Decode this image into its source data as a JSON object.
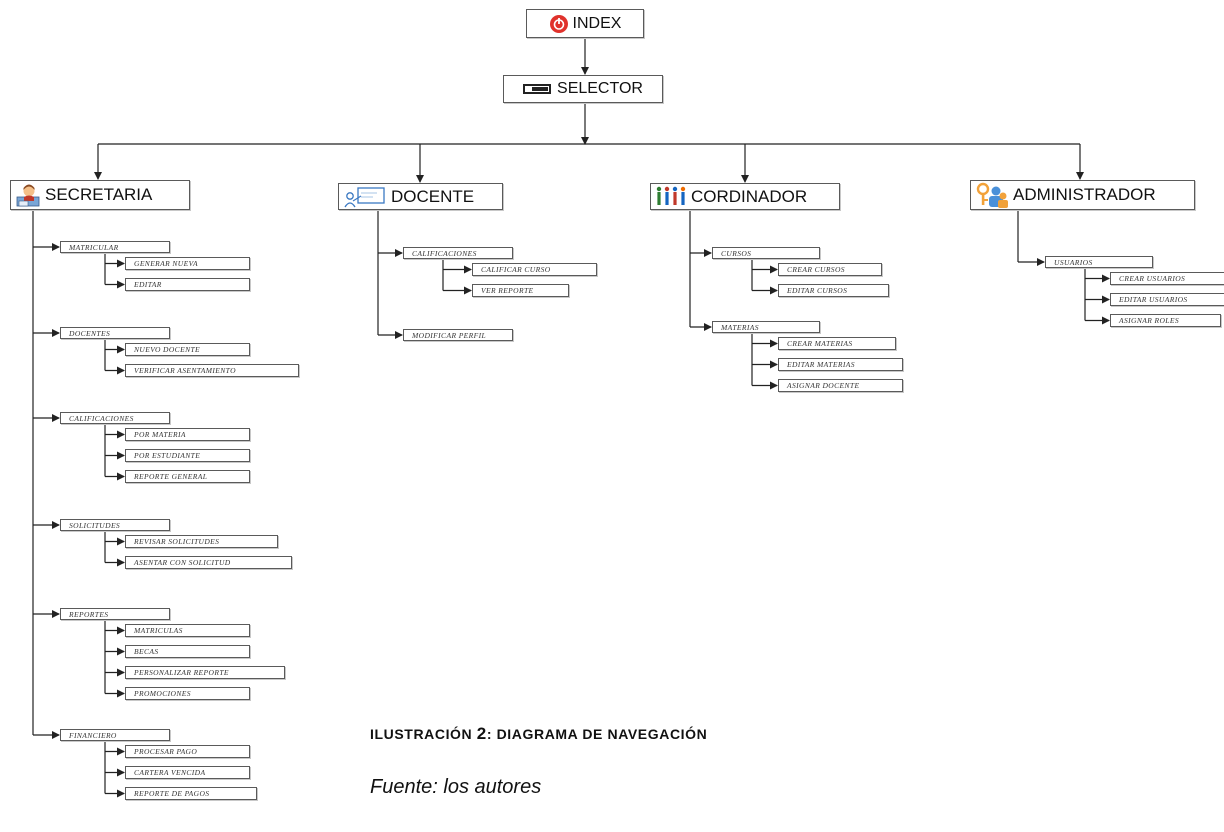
{
  "diagram": {
    "top_nodes": [
      {
        "id": "index",
        "label": "INDEX",
        "icon": "power-icon"
      },
      {
        "id": "selector",
        "label": "SELECTOR",
        "icon": "selector-icon"
      }
    ],
    "roles": [
      {
        "id": "secretaria",
        "label": "SECRETARIA",
        "icon": "secretary-icon",
        "groups": [
          {
            "label": "MATRICULAR",
            "items": [
              "GENERAR NUEVA",
              "EDITAR"
            ]
          },
          {
            "label": "DOCENTES",
            "items": [
              "NUEVO DOCENTE",
              "VERIFICAR ASENTAMIENTO"
            ]
          },
          {
            "label": "CALIFICACIONES",
            "items": [
              "POR MATERIA",
              "POR ESTUDIANTE",
              "REPORTE GENERAL"
            ]
          },
          {
            "label": "SOLICITUDES",
            "items": [
              "REVISAR SOLICITUDES",
              "ASENTAR CON SOLICITUD"
            ]
          },
          {
            "label": "REPORTES",
            "items": [
              "MATRICULAS",
              "BECAS",
              "PERSONALIZAR REPORTE",
              "PROMOCIONES"
            ]
          },
          {
            "label": "FINANCIERO",
            "items": [
              "PROCESAR PAGO",
              "CARTERA VENCIDA",
              "REPORTE DE PAGOS"
            ]
          }
        ]
      },
      {
        "id": "docente",
        "label": "DOCENTE",
        "icon": "teacher-icon",
        "groups": [
          {
            "label": "CALIFICACIONES",
            "items": [
              "CALIFICAR CURSO",
              "VER REPORTE"
            ]
          },
          {
            "label": "MODIFICAR PERFIL",
            "items": []
          }
        ]
      },
      {
        "id": "cordinador",
        "label": "CORDINADOR",
        "icon": "coordinator-icon",
        "groups": [
          {
            "label": "CURSOS",
            "items": [
              "CREAR CURSOS",
              "EDITAR CURSOS"
            ]
          },
          {
            "label": "MATERIAS",
            "items": [
              "CREAR MATERIAS",
              "EDITAR MATERIAS",
              "ASIGNAR DOCENTE"
            ]
          }
        ]
      },
      {
        "id": "administrador",
        "label": "ADMINISTRADOR",
        "icon": "admin-icon",
        "groups": [
          {
            "label": "USUARIOS",
            "items": [
              "CREAR USUARIOS",
              "EDITAR USUARIOS",
              "ASIGNAR ROLES"
            ]
          }
        ]
      }
    ]
  },
  "caption": {
    "prefix": "ILUSTRACIÓN ",
    "number": "2",
    "suffix": ": DIAGRAMA DE NAVEGACIÓN",
    "source": "Fuente: los autores"
  },
  "colors": {
    "line": "#222222",
    "border": "#5a5a5a",
    "power_icon": "#e0322c",
    "accent_blue": "#3a78c2",
    "accent_orange": "#f2a23a"
  }
}
